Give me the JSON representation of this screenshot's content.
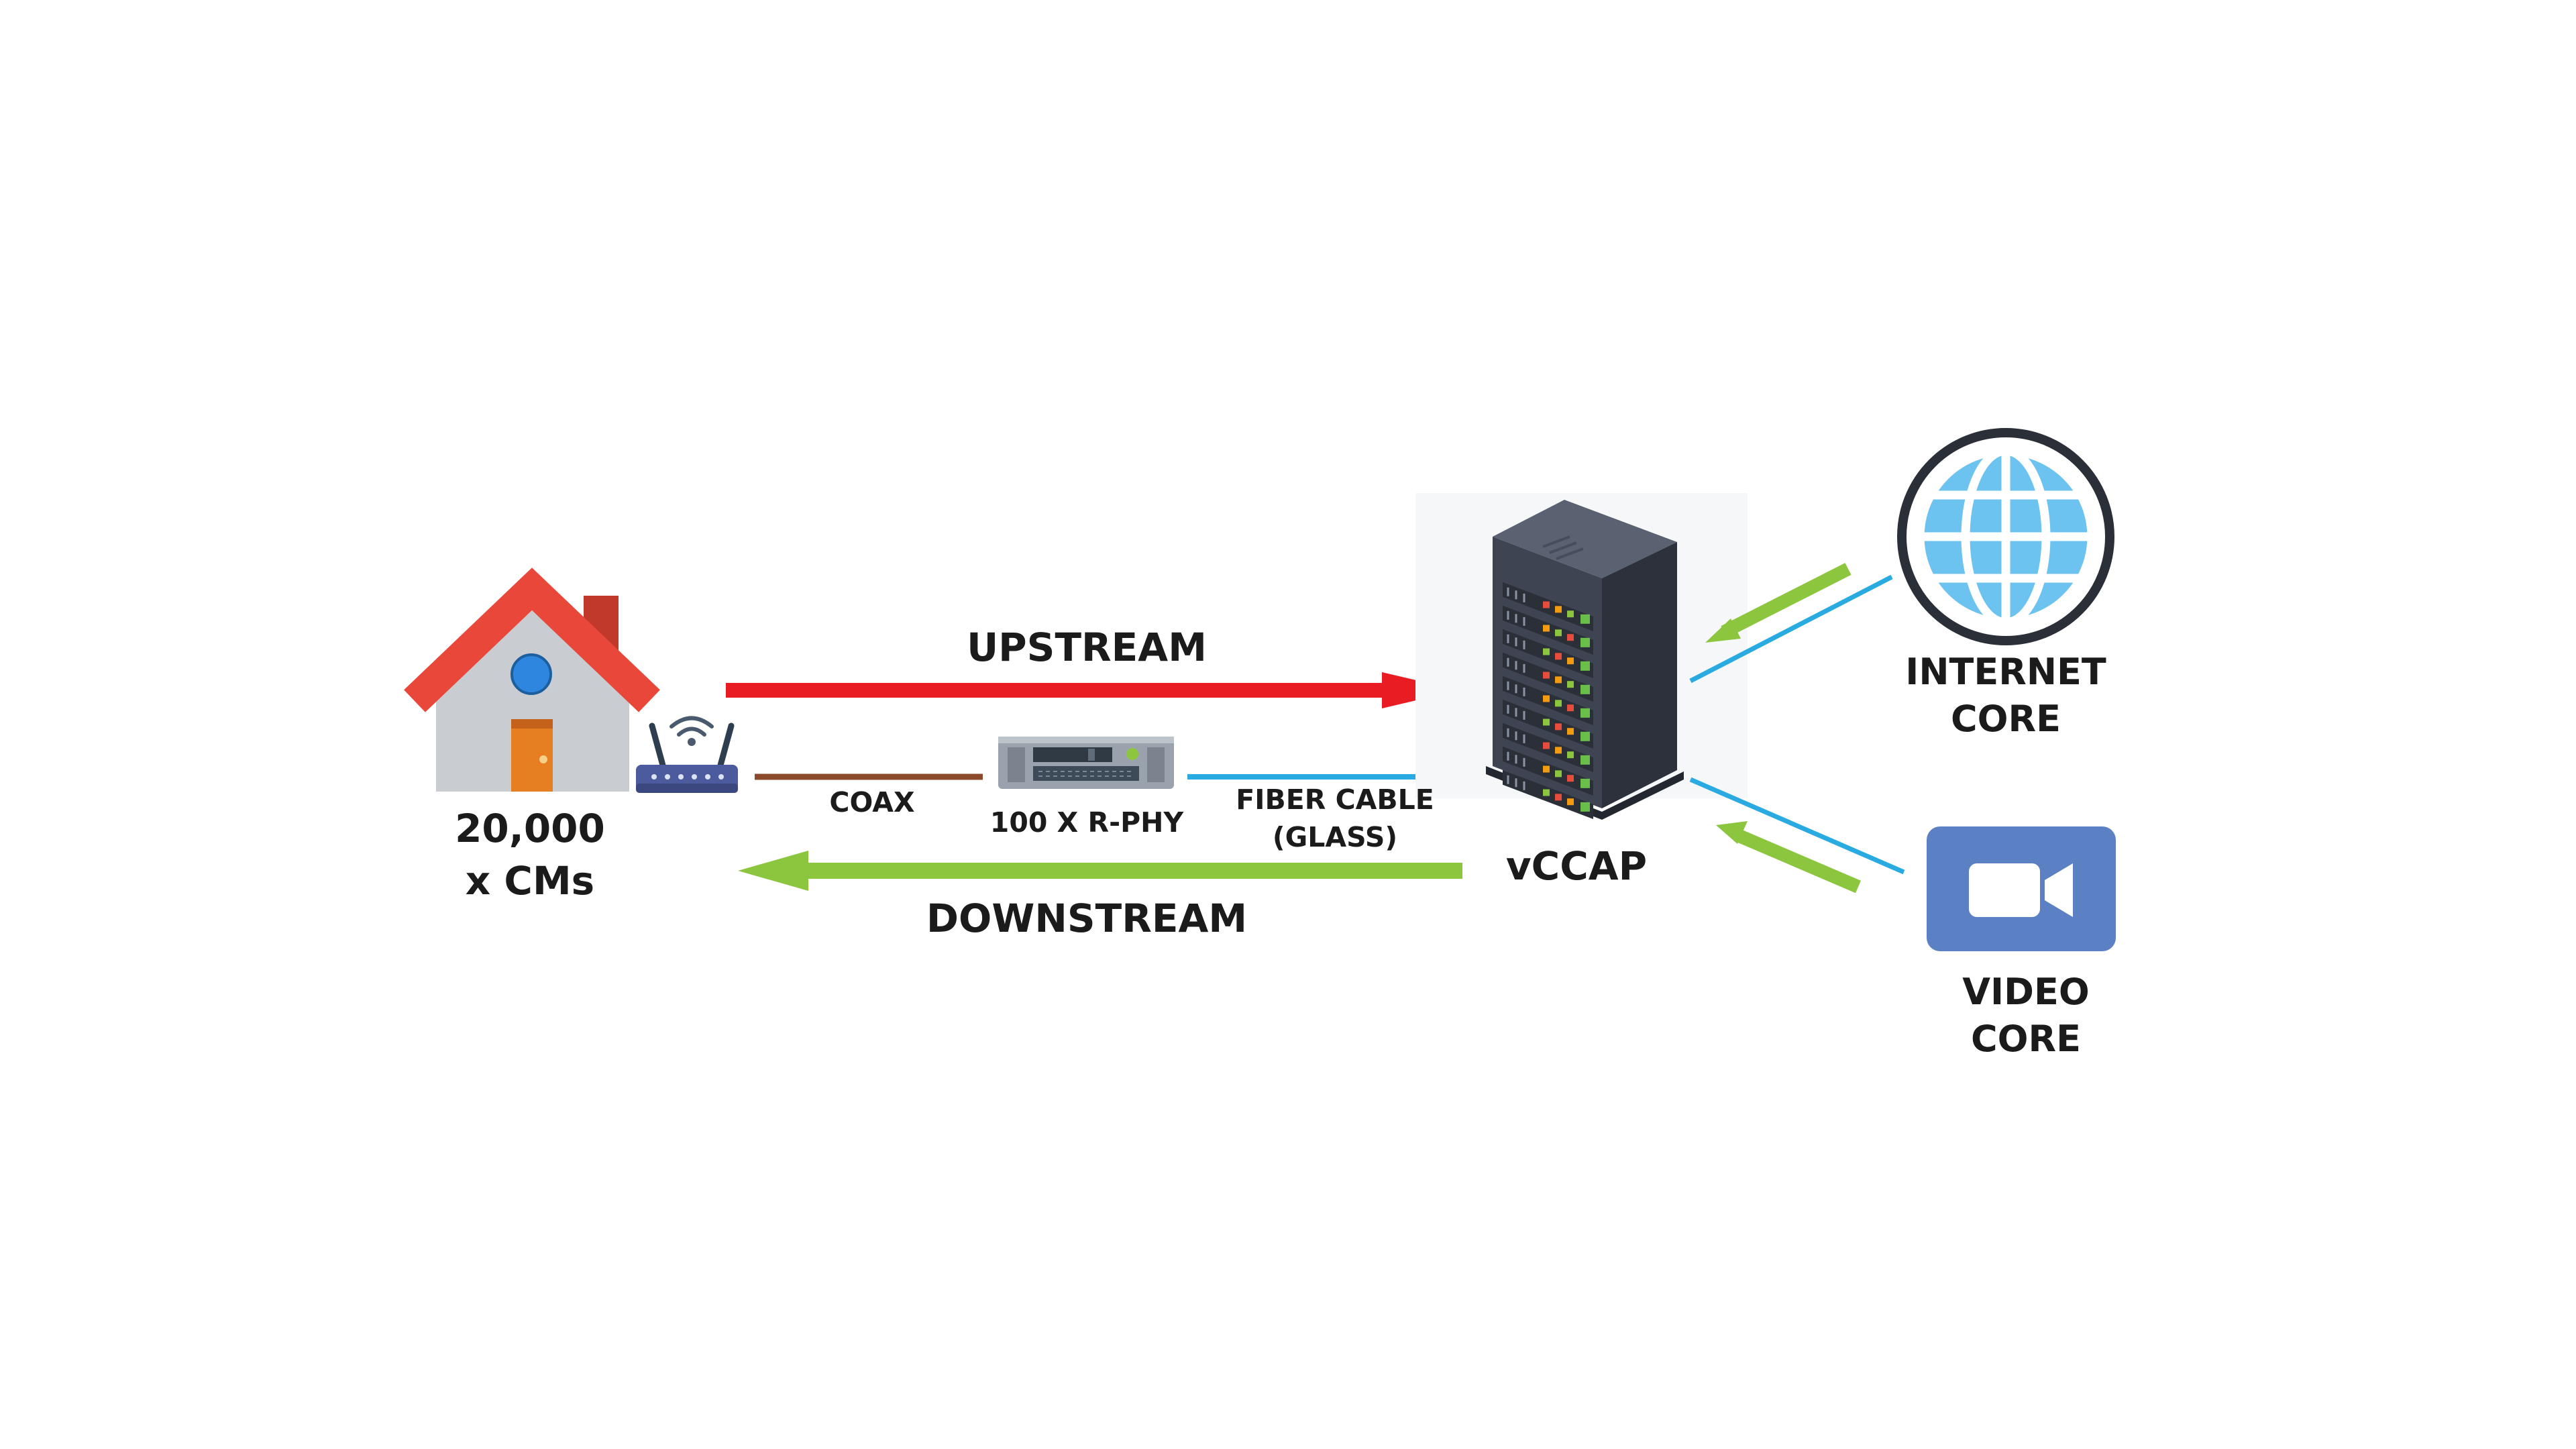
{
  "labels": {
    "cms_line1": "20,000",
    "cms_line2": "x CMs",
    "upstream": "UPSTREAM",
    "downstream": "DOWNSTREAM",
    "coax": "COAX",
    "rphy": "100 X R-PHY",
    "fiber_line1": "FIBER CABLE",
    "fiber_line2": "(GLASS)",
    "vccap": "vCCAP",
    "internet_line1": "INTERNET",
    "internet_line2": "CORE",
    "video_line1": "VIDEO",
    "video_line2": "CORE"
  },
  "colors": {
    "upstream": "#e81c22",
    "downstream": "#8cc63f",
    "coax": "#8b4a2b",
    "fiber": "#29abe2",
    "house_roof": "#e8473a",
    "house_wall": "#c9ccd1",
    "door": "#e67e22",
    "window": "#2e86de",
    "server": "#3e4452",
    "globe": "#6cc3f0",
    "video_tile": "#5b80c4"
  },
  "icons": {
    "house": "house-icon",
    "modem": "wifi-router-icon",
    "rphy": "rphy-node-icon",
    "server": "server-rack-icon",
    "internet": "globe-icon",
    "video": "video-camera-icon"
  }
}
